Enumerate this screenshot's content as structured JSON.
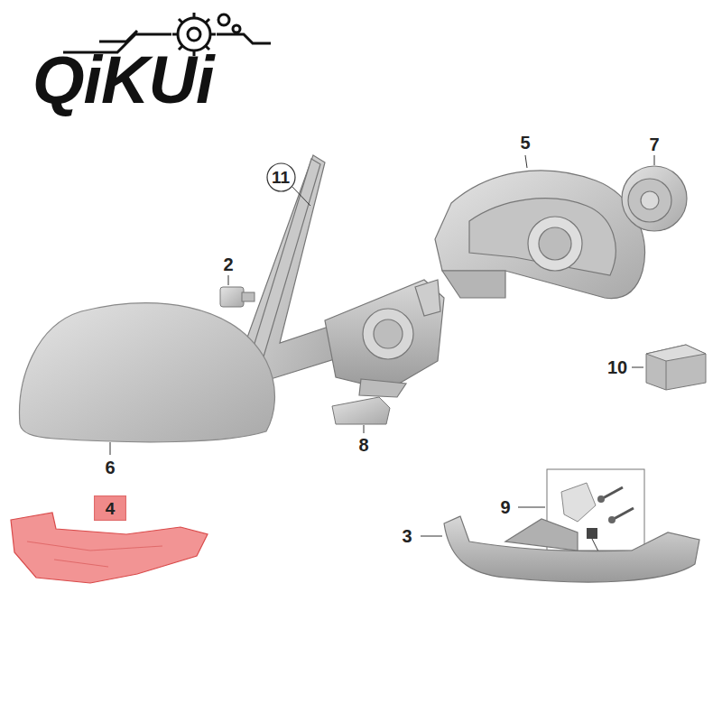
{
  "diagram": {
    "nodes": [
      {
        "text": [
          "11"
        ]
      },
      {
        "text": [
          "4"
        ]
      }
    ],
    "labels": [
      "QiKUi",
      "5",
      "7",
      "2",
      "10",
      "6",
      "8",
      "9",
      "3"
    ]
  }
}
